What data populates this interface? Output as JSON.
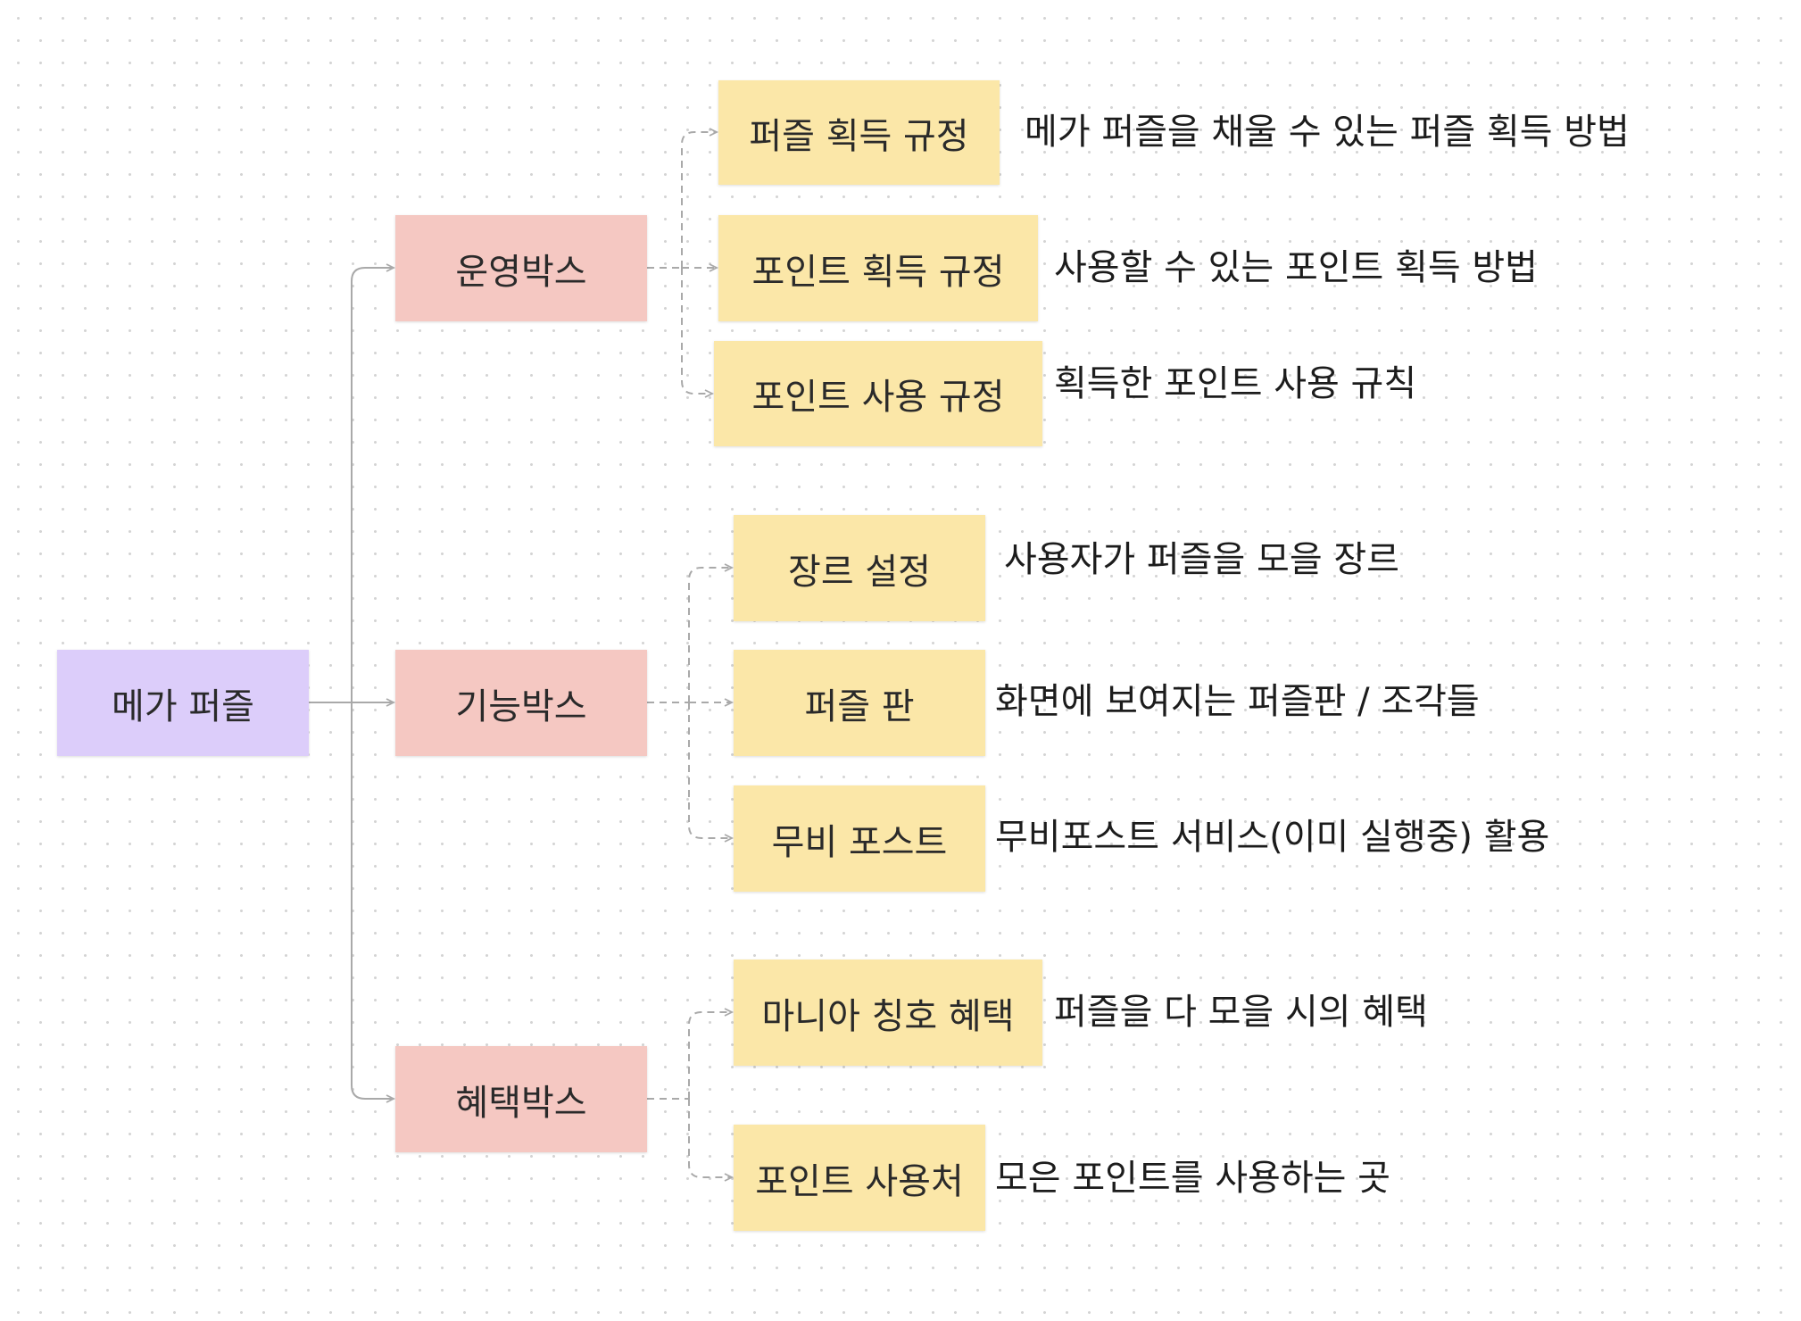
{
  "root": {
    "label": "메가 퍼즐"
  },
  "groups": [
    {
      "label": "운영박스",
      "items": [
        {
          "label": "퍼즐 획득 규정",
          "description": "메가 퍼즐을 채울 수 있는 퍼즐 획득 방법"
        },
        {
          "label": "포인트 획득 규정",
          "description": "사용할 수 있는 포인트 획득 방법"
        },
        {
          "label": "포인트 사용 규정",
          "description": "획득한 포인트 사용 규칙"
        }
      ]
    },
    {
      "label": "기능박스",
      "items": [
        {
          "label": "장르 설정",
          "description": "사용자가 퍼즐을 모을 장르"
        },
        {
          "label": "퍼즐 판",
          "description": "화면에 보여지는 퍼즐판 / 조각들"
        },
        {
          "label": "무비 포스트",
          "description": "무비포스트 서비스(이미 실행중) 활용"
        }
      ]
    },
    {
      "label": "혜택박스",
      "items": [
        {
          "label": "마니아 칭호 혜택",
          "description": "퍼즐을 다 모을 시의 혜택"
        },
        {
          "label": "포인트 사용처",
          "description": "모은 포인트를 사용하는 곳"
        }
      ]
    }
  ],
  "colors": {
    "root": "#dccdfa",
    "group": "#f5c8c2",
    "leaf": "#fbe7a8",
    "connector": "#a9a9a9"
  }
}
